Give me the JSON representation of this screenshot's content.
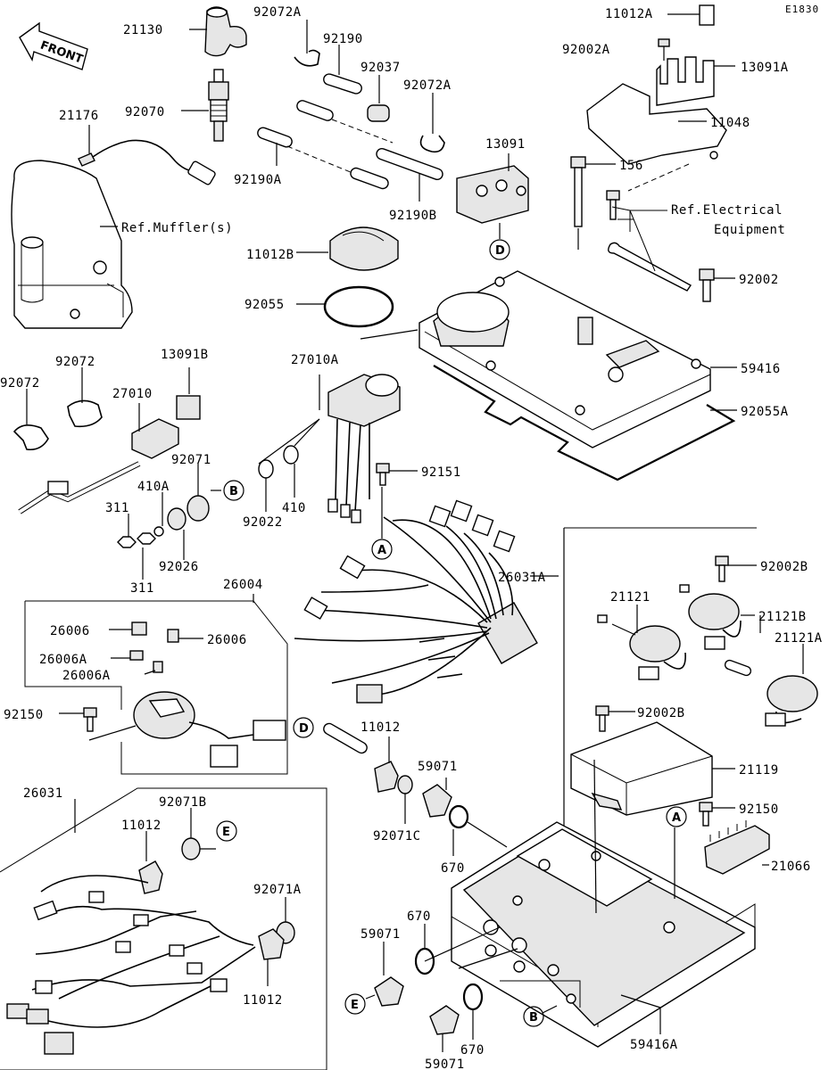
{
  "diagram_code": "E1830",
  "front_arrow_label": "FRONT",
  "references": {
    "muffler": "Ref.Muffler(s)",
    "electrical_line1": "Ref.Electrical",
    "electrical_line2": "Equipment"
  },
  "callouts": [
    "A",
    "B",
    "D",
    "E"
  ],
  "part_labels": {
    "p21130": "21130",
    "p92072A_top": "92072A",
    "p92190": "92190",
    "p92037": "92037",
    "p92072A_mid": "92072A",
    "p11012A": "11012A",
    "p92002A": "92002A",
    "p13091A": "13091A",
    "p11048": "11048",
    "p21176": "21176",
    "p92070": "92070",
    "p13091": "13091",
    "p156": "156",
    "p92190A": "92190A",
    "p92190B": "92190B",
    "p11012B": "11012B",
    "p92002": "92002",
    "p92055": "92055",
    "p59416": "59416",
    "p92055A": "92055A",
    "p92072_a": "92072",
    "p92072_b": "92072",
    "p13091B": "13091B",
    "p27010A": "27010A",
    "p27010": "27010",
    "p92071": "92071",
    "p410A": "410A",
    "p311_a": "311",
    "p311_b": "311",
    "p92026": "92026",
    "p92022": "92022",
    "p410": "410",
    "p92151": "92151",
    "p26004": "26004",
    "p26006_a": "26006",
    "p26006_b": "26006",
    "p26006A_a": "26006A",
    "p26006A_b": "26006A",
    "p26031A": "26031A",
    "p92002B_a": "92002B",
    "p21121": "21121",
    "p21121B": "21121B",
    "p21121A": "21121A",
    "p92150_a": "92150",
    "p11012_a": "11012",
    "p59071_a": "59071",
    "p92002B_b": "92002B",
    "p21119": "21119",
    "p92071C": "92071C",
    "p670_a": "670",
    "p92150_b": "92150",
    "p21066": "21066",
    "p26031": "26031",
    "p92071B": "92071B",
    "p11012_b": "11012",
    "p92071A": "92071A",
    "p670_b": "670",
    "p59071_b": "59071",
    "p11012_c": "11012",
    "p670_c": "670",
    "p59071_c": "59071",
    "p59416A": "59416A"
  }
}
